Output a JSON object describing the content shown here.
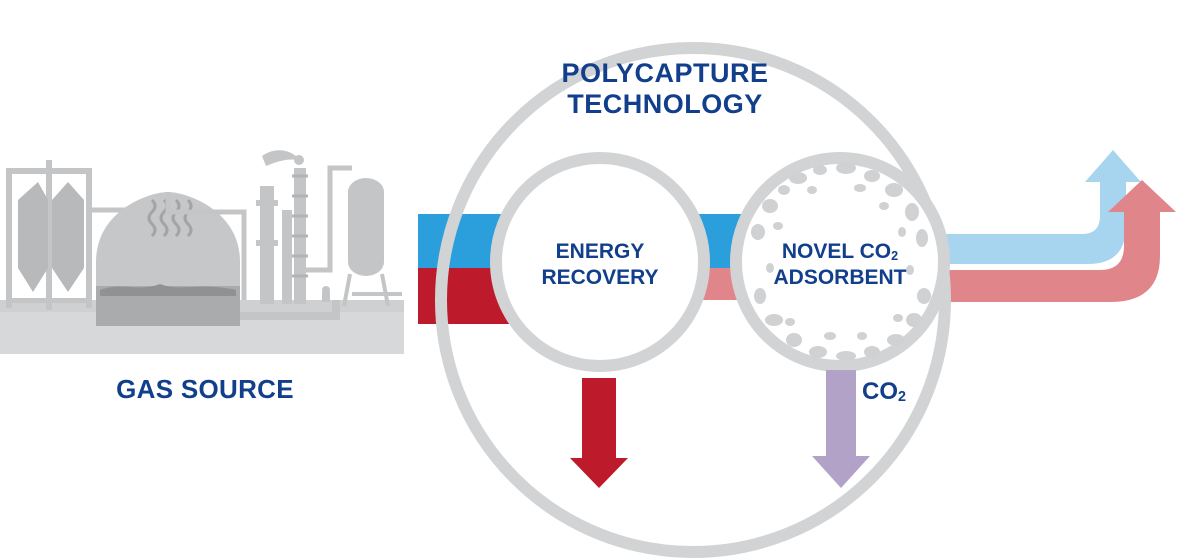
{
  "title": {
    "line1": "POLYCAPTURE",
    "line2": "TECHNOLOGY"
  },
  "gas_source": {
    "label": "GAS SOURCE"
  },
  "energy_recovery": {
    "line1": "ENERGY",
    "line2": "RECOVERY"
  },
  "novel_absorbent": {
    "line1_prefix": "NOVEL CO",
    "line1_sub": "2",
    "line2": "ADSORBENT"
  },
  "co2_output": {
    "prefix": "CO",
    "sub": "2"
  },
  "colors": {
    "navy_text": "#123f8c",
    "ring_gray": "#d1d3d5",
    "plant_gray": "#d7d8da",
    "plant_dark": "#a9abad",
    "blue_stream": "#2a9fdb",
    "light_blue_stream": "#a7d5ef",
    "red_stream": "#bd1b2b",
    "pink_stream": "#e0868b",
    "red_arrow": "#bd1b2b",
    "purple_arrow": "#b2a2c8"
  }
}
